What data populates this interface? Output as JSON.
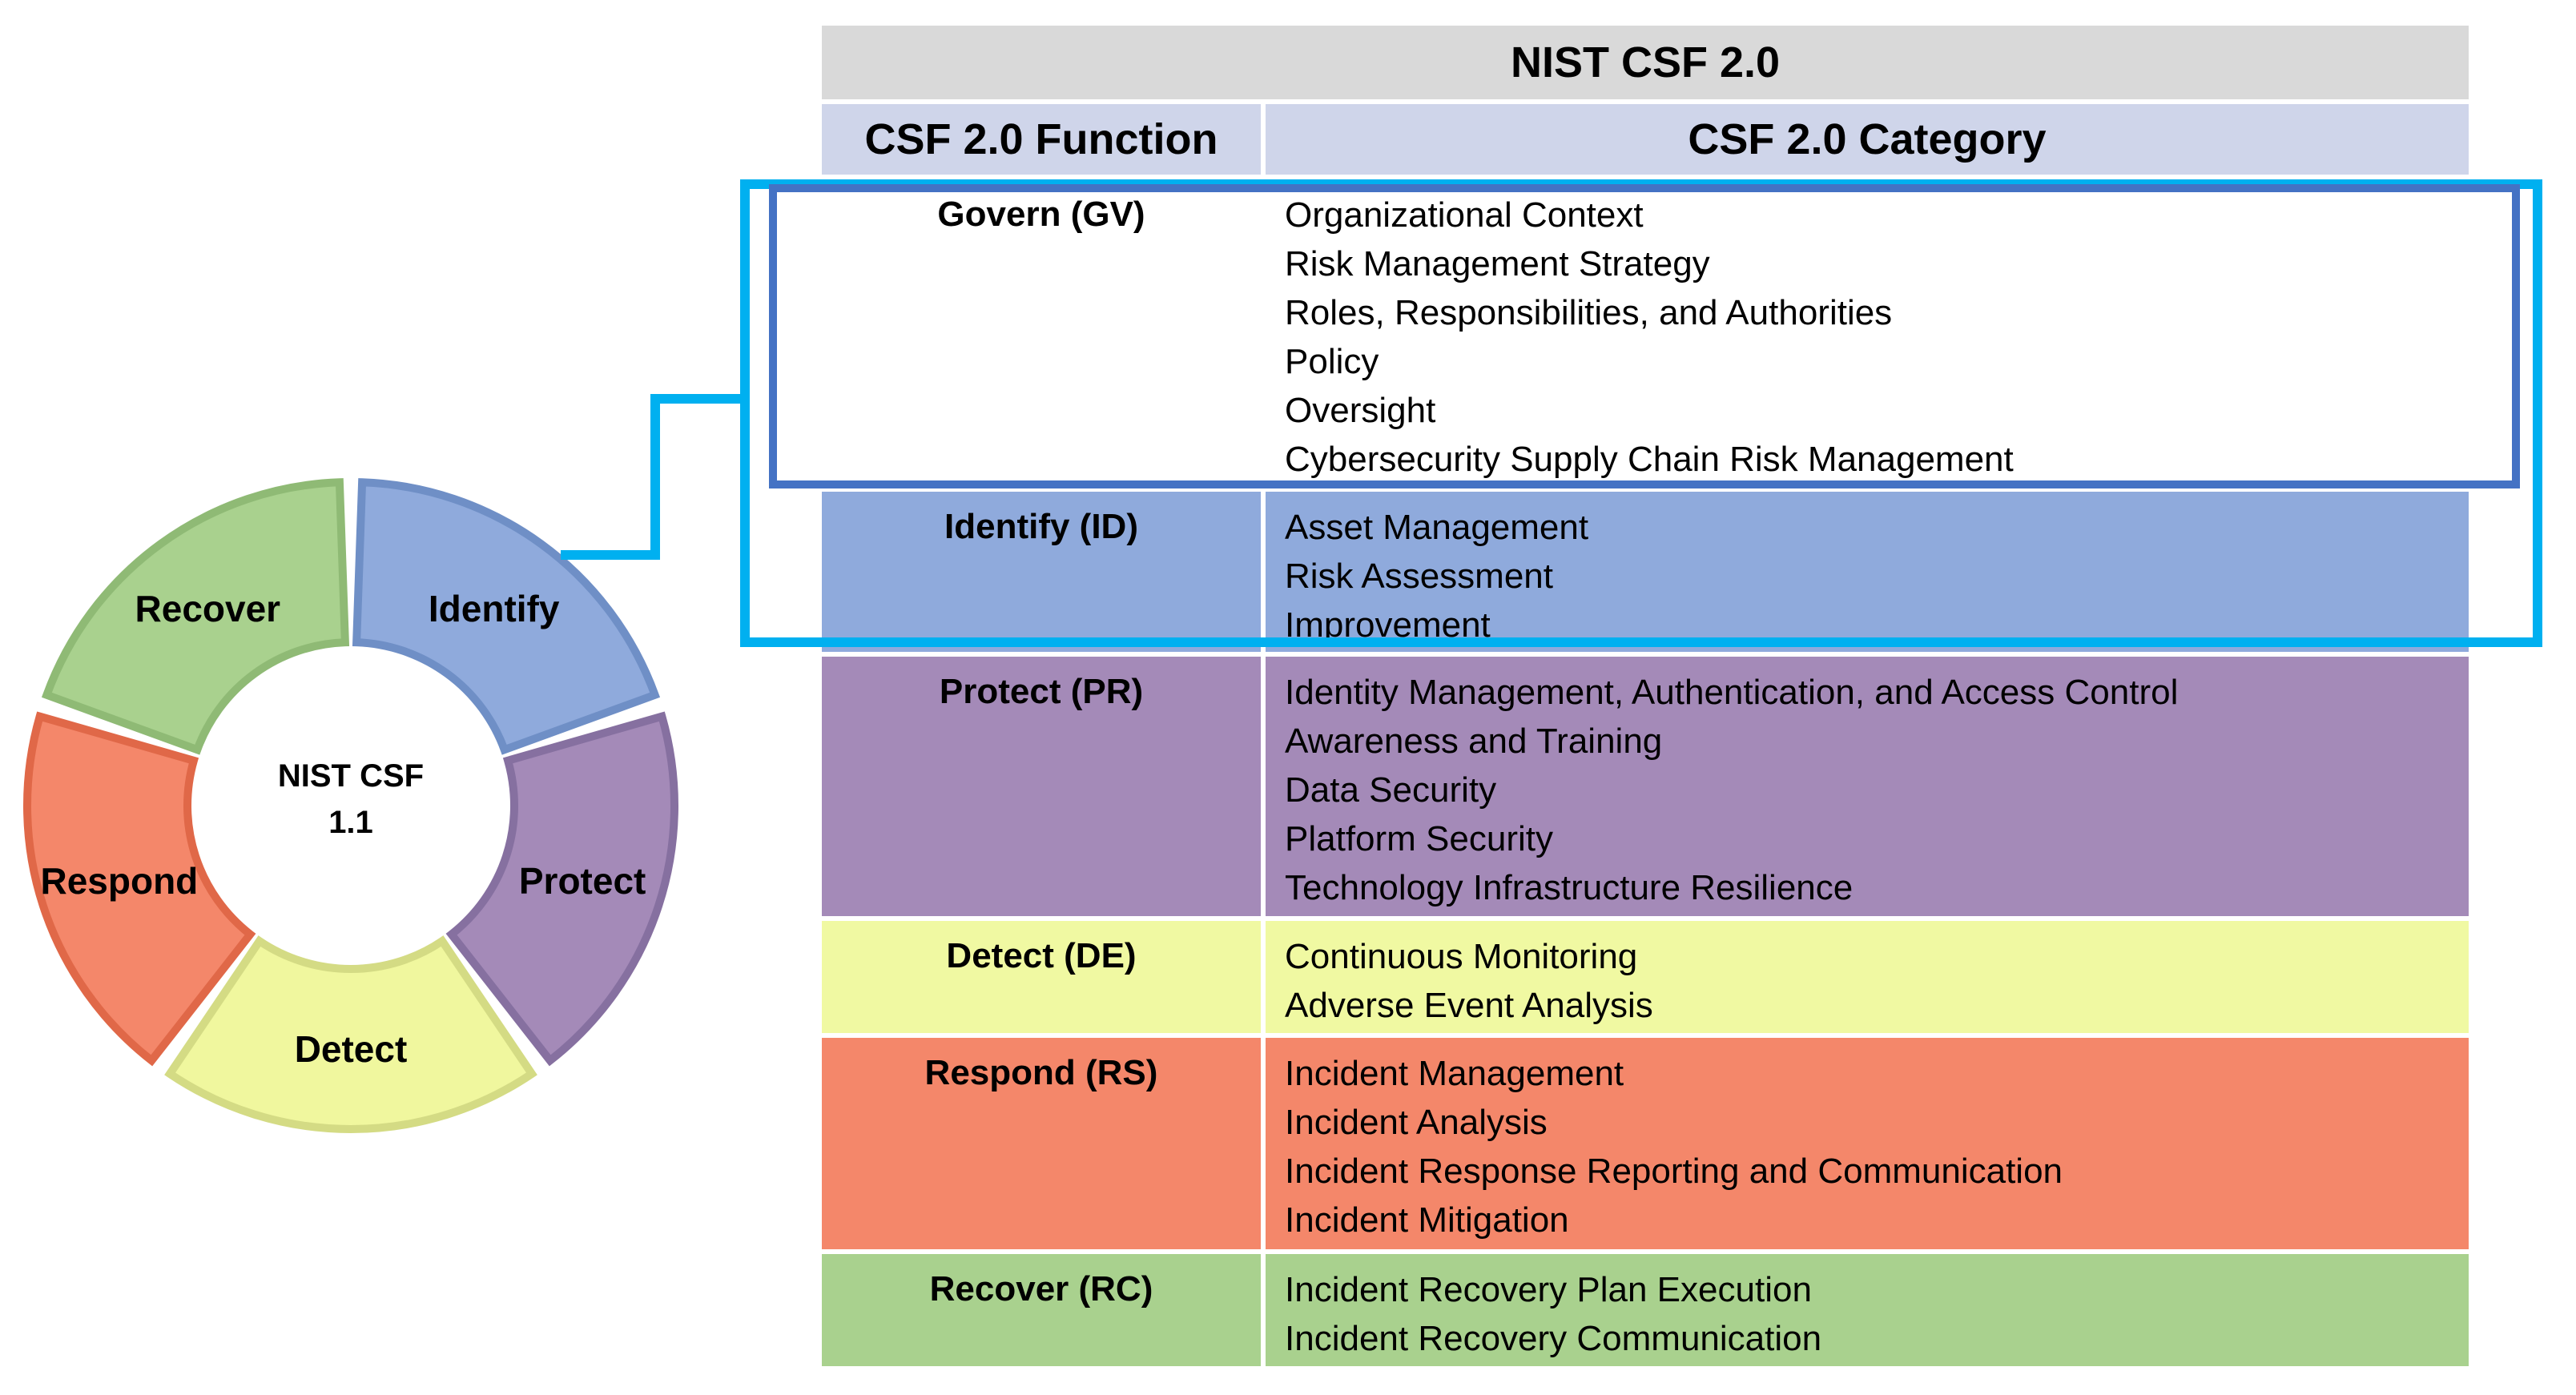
{
  "wheel": {
    "center_line1": "NIST CSF",
    "center_line2": "1.1",
    "segments": [
      {
        "key": "identify",
        "label": "Identify",
        "fill": "#8faadc",
        "stroke": "#6f8fc6"
      },
      {
        "key": "protect",
        "label": "Protect",
        "fill": "#a48ab8",
        "stroke": "#8670a0"
      },
      {
        "key": "detect",
        "label": "Detect",
        "fill": "#f0f79e",
        "stroke": "#d4db84"
      },
      {
        "key": "respond",
        "label": "Respond",
        "fill": "#f4876a",
        "stroke": "#e06848"
      },
      {
        "key": "recover",
        "label": "Recover",
        "fill": "#a9d18e",
        "stroke": "#8fba75"
      }
    ]
  },
  "table": {
    "title": "NIST CSF 2.0",
    "col_function": "CSF 2.0 Function",
    "col_category": "CSF 2.0 Category",
    "title_bg": "#d9d9d9",
    "header_bg": "#cfd5ea",
    "rows": [
      {
        "function": "Govern (GV)",
        "color": "#ffffff",
        "categories": [
          "Organizational Context",
          "Risk Management Strategy",
          "Roles, Responsibilities, and Authorities",
          "Policy",
          "Oversight",
          "Cybersecurity Supply Chain Risk Management"
        ]
      },
      {
        "function": "Identify (ID)",
        "color": "#8faadc",
        "categories": [
          "Asset Management",
          "Risk Assessment",
          "Improvement"
        ]
      },
      {
        "function": "Protect (PR)",
        "color": "#a48ab8",
        "categories": [
          "Identity Management, Authentication, and Access Control",
          "Awareness and Training",
          "Data Security",
          "Platform Security",
          "Technology Infrastructure Resilience"
        ]
      },
      {
        "function": "Detect (DE)",
        "color": "#f0f9a2",
        "categories": [
          "Continuous Monitoring",
          "Adverse Event Analysis"
        ]
      },
      {
        "function": "Respond (RS)",
        "color": "#f4876a",
        "categories": [
          "Incident Management",
          "Incident Analysis",
          "Incident Response Reporting and Communication",
          "Incident Mitigation"
        ]
      },
      {
        "function": "Recover (RC)",
        "color": "#a9d18e",
        "categories": [
          "Incident Recovery Plan Execution",
          "Incident Recovery Communication"
        ]
      }
    ]
  },
  "highlight": {
    "outer_color": "#00b0f0",
    "inner_color": "#4472c4"
  }
}
